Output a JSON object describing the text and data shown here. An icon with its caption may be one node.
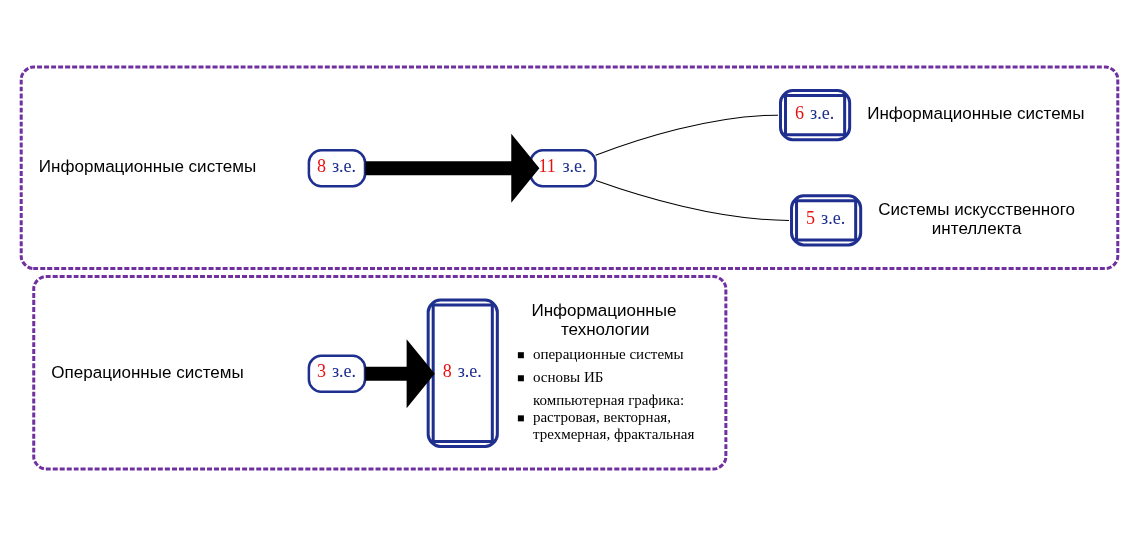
{
  "diagram": {
    "nodes": [
      {
        "text": [],
        "shape": "box"
      },
      {
        "text": [
          "Информационные системы"
        ],
        "in": 0
      },
      {
        "text": [
          "8 з.е."
        ],
        "in": 0
      },
      {
        "text": [
          "11 з.е."
        ],
        "in": 0
      },
      {
        "text": [
          "6 з.е."
        ],
        "in": 0,
        "beside": [
          "Информационные системы"
        ]
      },
      {
        "text": [
          "5 з.е."
        ],
        "in": 0,
        "beside": [
          "Системы искусственного интеллекта"
        ]
      },
      {
        "text": [],
        "shape": "box"
      },
      {
        "text": [
          "Операционные системы"
        ],
        "in": 6
      },
      {
        "text": [
          "3 з.е."
        ],
        "in": 6
      },
      {
        "text": [
          "8 з.е."
        ],
        "in": 6,
        "beside": [
          "Информационные технологии",
          "операционные системы",
          "основы ИБ",
          "компьютерная графика: растровая, векторная, трехмерная, фрактальная"
        ]
      }
    ],
    "edges": [
      {
        "from": 2,
        "to": 3,
        "arrow": "to",
        "style": "thick"
      },
      {
        "from": 3,
        "to": 4,
        "arrow": "none"
      },
      {
        "from": 3,
        "to": 5,
        "arrow": "none"
      },
      {
        "from": 8,
        "to": 9,
        "arrow": "to",
        "style": "thick"
      }
    ]
  }
}
